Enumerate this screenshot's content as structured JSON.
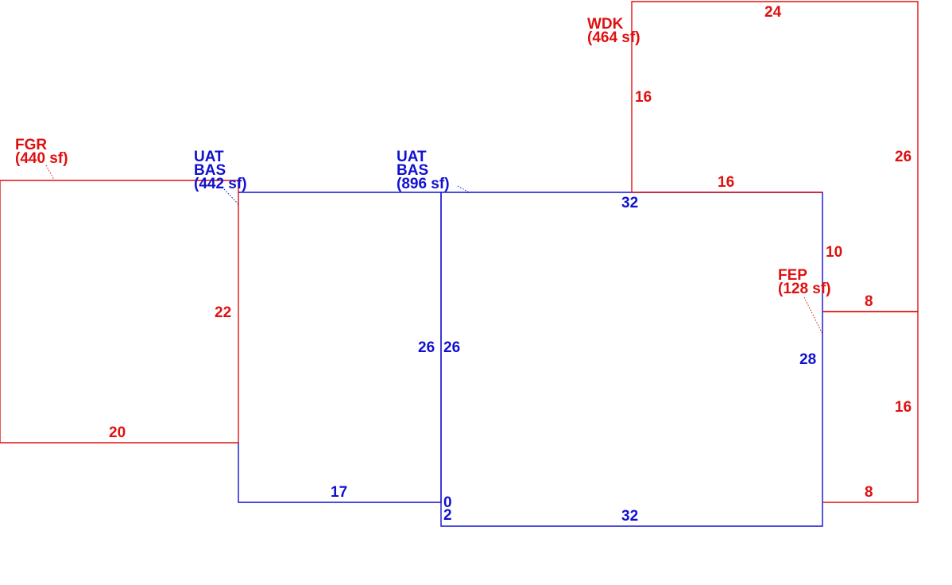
{
  "colors": {
    "exterior": "#e01010",
    "living": "#1010d0"
  },
  "areas": {
    "fgr": {
      "code": "FGR",
      "area": "(440 sf)"
    },
    "bas1": {
      "code1": "UAT",
      "code2": "BAS",
      "area": "(442 sf)"
    },
    "bas2": {
      "code1": "UAT",
      "code2": "BAS",
      "area": "(896 sf)"
    },
    "wdk": {
      "code": "WDK",
      "area": "(464 sf)"
    },
    "fep": {
      "code": "FEP",
      "area": "(128 sf)"
    }
  },
  "dimensions": {
    "fgr_side": "22",
    "fgr_bottom": "20",
    "bas1_bottom": "17",
    "bas1_right": "26",
    "bas2_left": "26",
    "bas2_top": "32",
    "bas2_bottom": "32",
    "bas2_right": "28",
    "bas2_step_a": "0",
    "bas2_step_b": "2",
    "wdk_top": "24",
    "wdk_left": "16",
    "wdk_bottom": "16",
    "wdk_right": "26",
    "wdk_inner": "10",
    "wdk_ledge": "8",
    "fep_right": "16",
    "fep_bottom": "8"
  }
}
